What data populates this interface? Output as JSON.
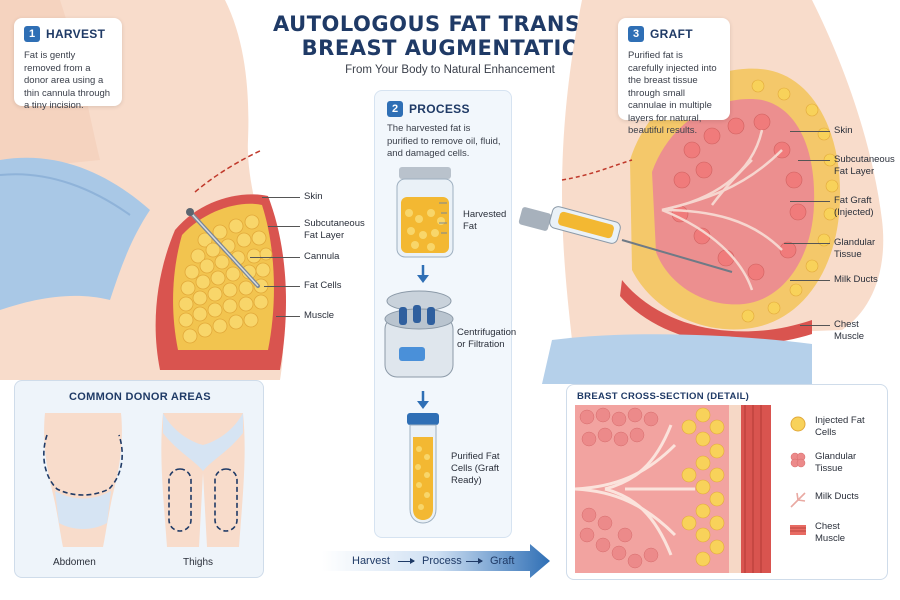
{
  "header": {
    "title_line1": "AUTOLOGOUS FAT TRANSFER",
    "title_line2": "BREAST AUGMENTATION",
    "subtitle": "From Your Body to Natural Enhancement"
  },
  "steps": {
    "harvest": {
      "number": "1",
      "title": "HARVEST",
      "text": "Fat is gently removed from a donor area using a thin cannula through a tiny incision."
    },
    "process": {
      "number": "2",
      "title": "PROCESS",
      "text": "The harvested fat is purified to remove oil, fluid, and damaged cells."
    },
    "graft": {
      "number": "3",
      "title": "GRAFT",
      "text": "Purified fat is carefully injected into the breast tissue through small cannulae in multiple layers for natural, beautiful results."
    }
  },
  "harvest_labels": {
    "skin": "Skin",
    "subcutaneous": "Subcutaneous Fat Layer",
    "cannula": "Cannula",
    "fat_cells": "Fat Cells",
    "muscle": "Muscle"
  },
  "process_labels": {
    "harvested": "Harvested Fat",
    "centrifuge": "Centrifugation or Filtration",
    "purified": "Purified Fat Cells (Graft Ready)"
  },
  "graft_labels": {
    "skin": "Skin",
    "subcutaneous": "Subcutaneous Fat Layer",
    "fat_graft": "Fat Graft (Injected)",
    "glandular": "Glandular Tissue",
    "milk_ducts": "Milk Ducts",
    "chest_muscle": "Chest Muscle"
  },
  "donor": {
    "title": "COMMON DONOR AREAS",
    "abdomen": "Abdomen",
    "thighs": "Thighs"
  },
  "cross_section": {
    "title": "BREAST CROSS-SECTION (DETAIL)",
    "legend": {
      "injected": "Injected Fat Cells",
      "glandular": "Glandular Tissue",
      "milk_ducts": "Milk Ducts",
      "chest_muscle": "Chest Muscle"
    }
  },
  "flow": {
    "harvest": "Harvest",
    "process": "Process",
    "graft": "Graft"
  },
  "colors": {
    "navy": "#1f3a66",
    "accent_blue": "#2f6fb5",
    "fat_yellow": "#f5c84a",
    "tissue_red": "#e88a8a",
    "skin": "#f7d9c6"
  }
}
